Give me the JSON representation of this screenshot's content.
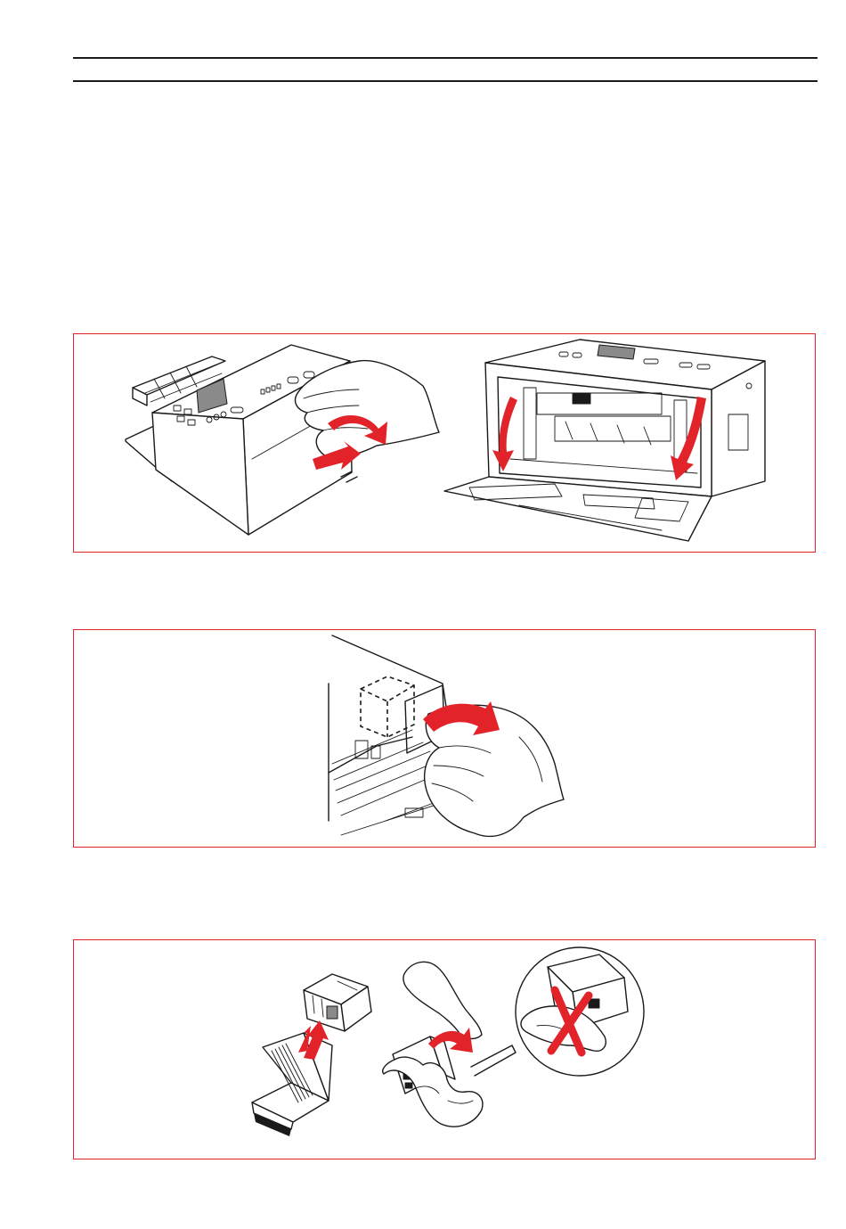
{
  "page": {
    "accent_color": "#e2232a",
    "rule_color": "#1a1a1a"
  },
  "figures": [
    {
      "id": "figure-1",
      "icons": [
        "printer-closed-icon",
        "hand-push-icon",
        "open-arrow-icon",
        "printer-open-front-icon",
        "cover-down-arrow-icon"
      ]
    },
    {
      "id": "figure-2",
      "icons": [
        "cartridge-slot-icon",
        "hand-lift-icon",
        "lift-arrow-icon"
      ]
    },
    {
      "id": "figure-3",
      "icons": [
        "ink-cartridge-icon",
        "cartridge-package-icon",
        "remove-arrow-icon",
        "hand-peel-tape-icon",
        "do-not-touch-icon"
      ]
    }
  ]
}
